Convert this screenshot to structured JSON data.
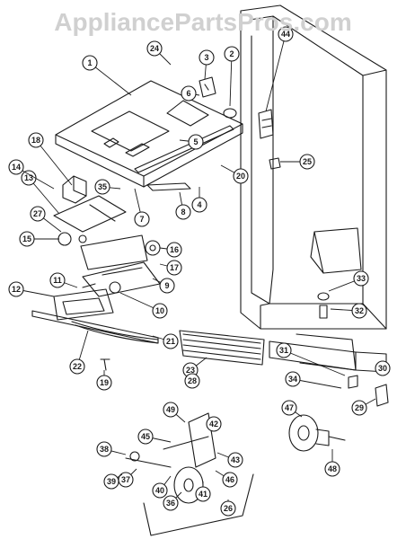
{
  "watermark": "AppliancePartsPros.com",
  "callouts": [
    "1",
    "2",
    "3",
    "4",
    "5",
    "6",
    "7",
    "8",
    "9",
    "10",
    "11",
    "12",
    "13",
    "14",
    "15",
    "16",
    "17",
    "18",
    "19",
    "20",
    "21",
    "22",
    "23",
    "24",
    "25",
    "26",
    "27",
    "28",
    "29",
    "30",
    "31",
    "32",
    "33",
    "34",
    "35",
    "36",
    "37",
    "38",
    "39",
    "40",
    "41",
    "42",
    "43",
    "44",
    "45",
    "46",
    "47",
    "48",
    "49"
  ],
  "colors": {
    "line": "#1a1a1a",
    "watermark": "#d0d0d0",
    "shade": "#7a7a7a"
  }
}
